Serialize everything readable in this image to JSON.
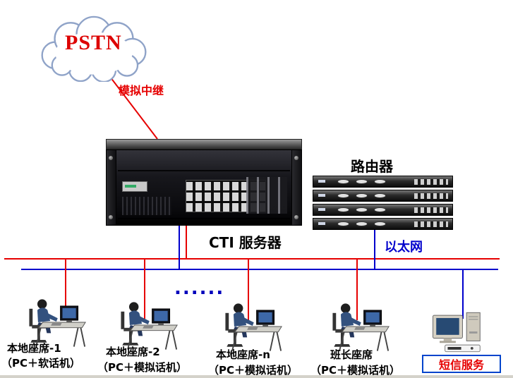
{
  "colors": {
    "trunk_red": "#e60000",
    "ethernet_blue": "#0000cc",
    "label_black": "#000000",
    "cloud_stroke": "#8fa3c8",
    "sms_border_blue": "#0044cc"
  },
  "nodes": {
    "pstn": {
      "label": "PSTN"
    },
    "trunk": {
      "label": "模拟中继"
    },
    "cti_server": {
      "label": "CTI 服务器"
    },
    "router": {
      "label": "路由器"
    },
    "ethernet": {
      "label": "以太网"
    },
    "dots": {
      "label": "......"
    },
    "agents": [
      {
        "title": "本地座席-1",
        "subtitle": "（PC＋软话机）"
      },
      {
        "title": "本地座席-2",
        "subtitle": "（PC＋模拟话机）"
      },
      {
        "title": "本地座席-n",
        "subtitle": "（PC＋模拟话机）"
      },
      {
        "title": "班长座席",
        "subtitle": "（PC＋模拟话机）"
      }
    ],
    "sms": {
      "label": "短信服务"
    }
  }
}
